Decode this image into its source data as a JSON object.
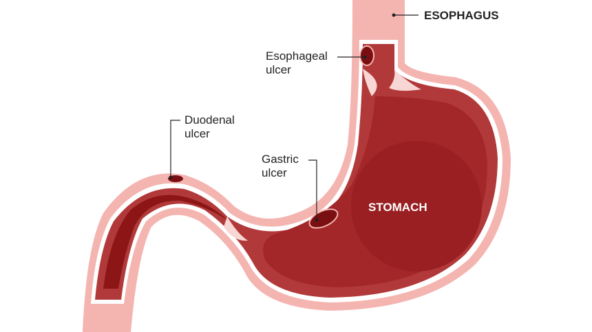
{
  "labels": {
    "esophagus": "ESOPHAGUS",
    "esophageal_ulcer": [
      "Esophageal",
      "ulcer"
    ],
    "duodenal_ulcer": [
      "Duodenal",
      "ulcer"
    ],
    "gastric_ulcer": [
      "Gastric",
      "ulcer"
    ],
    "stomach": "STOMACH"
  },
  "colors": {
    "outer": "#f4b5b1",
    "wall": "#b2393a",
    "dark": "#8c1616",
    "oval": "#9a1f22",
    "fold": "#f7d6d3"
  }
}
